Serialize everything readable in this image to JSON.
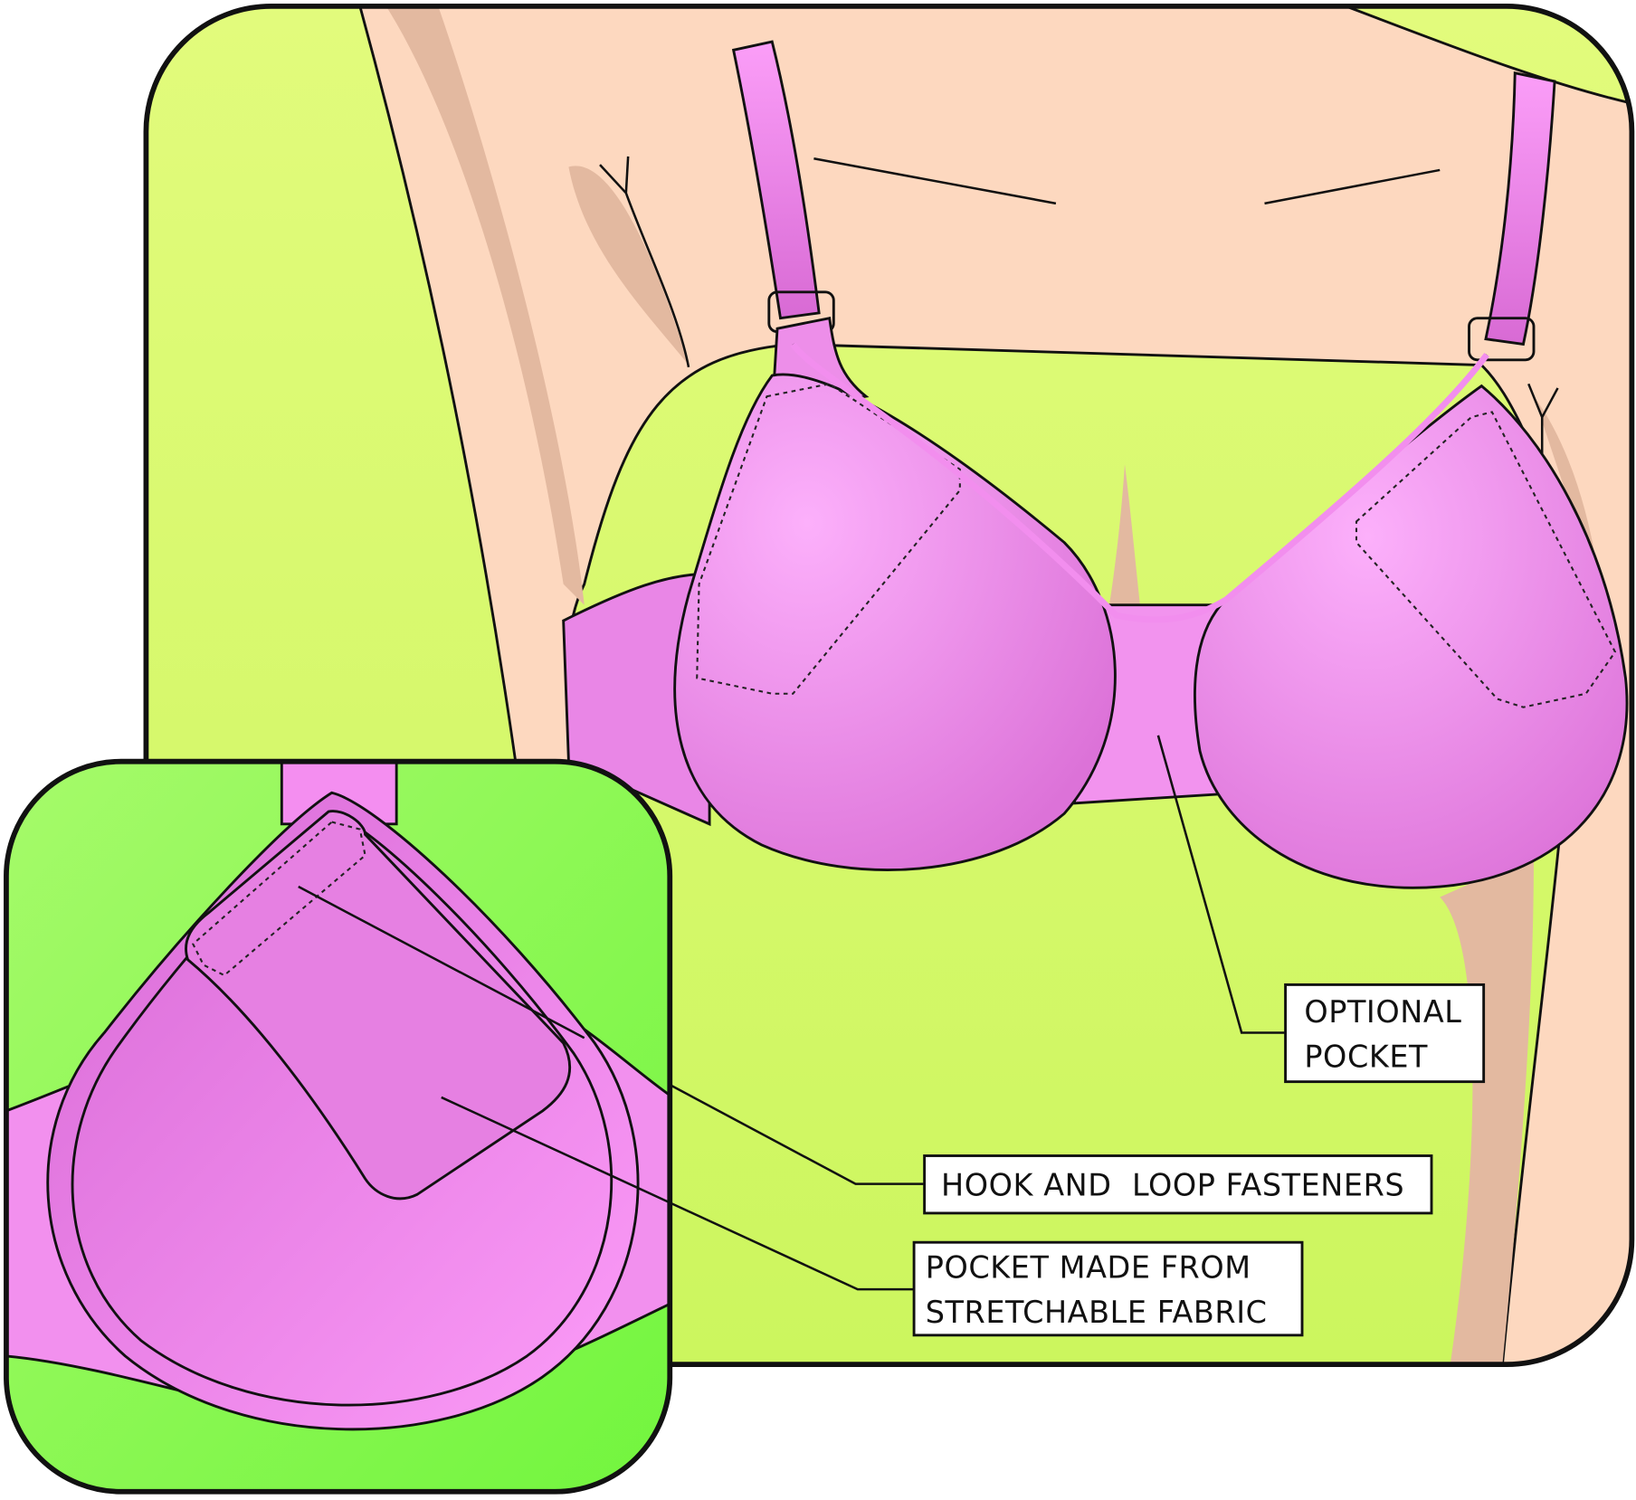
{
  "labels": {
    "optional_pocket": [
      "OPTIONAL",
      "POCKET"
    ],
    "hook_and_loop": "HOOK AND  LOOP FASTENERS",
    "stretch_pocket": [
      "POCKET MADE FROM",
      "STRETCHABLE FABRIC"
    ]
  },
  "colors": {
    "background_green": "#d6f96e",
    "inset_green": "#8ef85a",
    "skin": "#fdd8bf",
    "shadow": "#e3b9a0",
    "pink": "#f48ef0",
    "pink_dark": "#de74da"
  }
}
